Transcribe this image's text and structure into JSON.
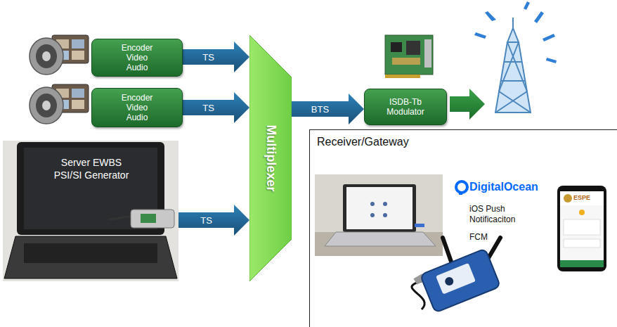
{
  "diagram": {
    "nodes": [
      {
        "text": [
          "Encoder Video Audio"
        ]
      },
      {
        "text": [
          "Encoder Video Audio"
        ]
      },
      {
        "text": [
          "Server EWBS PSI/SI Generator"
        ]
      },
      {
        "text": [
          "Multiplexer"
        ]
      },
      {
        "text": [
          "ISDB-Tb Modulator"
        ]
      },
      {
        "text": [
          "Receiver/Gateway"
        ]
      }
    ],
    "edges": [
      {
        "from": 0,
        "to": 3,
        "label": "TS",
        "arrow": "to"
      },
      {
        "from": 1,
        "to": 3,
        "label": "TS",
        "arrow": "to"
      },
      {
        "from": 2,
        "to": 3,
        "label": "TS",
        "arrow": "to"
      },
      {
        "from": 3,
        "to": 4,
        "label": "BTS",
        "arrow": "to"
      }
    ],
    "labels": [
      "DigitalOcean",
      "iOS Push Notificaciton",
      "FCM",
      "ESPE"
    ]
  }
}
